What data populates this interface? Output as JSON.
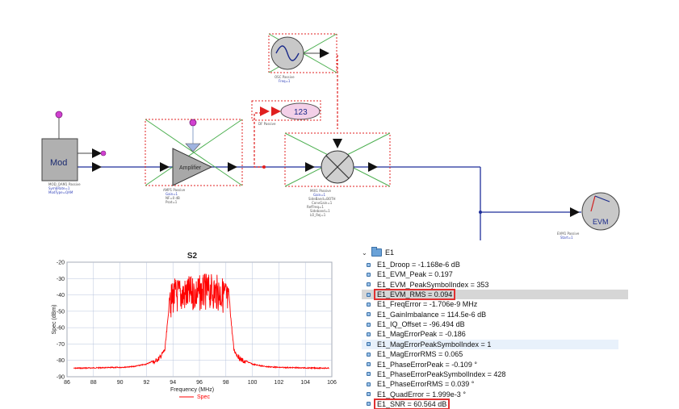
{
  "schematic": {
    "source_label": "Mod",
    "amplifier_label": "Amplifier",
    "counter_label": "123",
    "evm_label": "EVM"
  },
  "plot": {
    "title": "S2",
    "xlabel": "Frequency (MHz)",
    "ylabel": "Spec (dBm)",
    "legend": "Spec",
    "x_ticks": [
      "86",
      "88",
      "90",
      "92",
      "94",
      "96",
      "98",
      "100",
      "102",
      "104",
      "106"
    ],
    "y_ticks": [
      "-20",
      "-30",
      "-40",
      "-50",
      "-60",
      "-70",
      "-80",
      "-90"
    ]
  },
  "chart_data": {
    "type": "line",
    "title": "S2",
    "xlabel": "Frequency (MHz)",
    "ylabel": "Spec (dBm)",
    "xlim": [
      86,
      106
    ],
    "ylim": [
      -90,
      -20
    ],
    "grid": true,
    "legend_placement": "bottom",
    "series": [
      {
        "name": "Spec",
        "color": "#ff0000",
        "x": [
          86.5,
          88,
          90,
          91,
          92,
          92.5,
          93,
          93.4,
          93.6,
          93.8,
          94,
          94.5,
          95,
          95.5,
          96,
          96.5,
          97,
          97.5,
          98,
          98.2,
          98.4,
          98.6,
          99,
          99.5,
          100,
          101,
          102,
          104,
          105.8
        ],
        "y": [
          -84.5,
          -84.3,
          -84,
          -83.5,
          -82,
          -80,
          -77,
          -72,
          -55,
          -35,
          -30,
          -29,
          -29,
          -28,
          -28,
          -27,
          -27,
          -28,
          -30,
          -35,
          -55,
          -72,
          -77,
          -80,
          -82,
          -83.5,
          -84,
          -84.3,
          -84.5
        ]
      }
    ]
  },
  "tree": {
    "root": "E1",
    "items": [
      "E1_Droop = -1.168e-6 dB",
      "E1_EVM_Peak = 0.197",
      "E1_EVM_PeakSymbolIndex = 353",
      "E1_EVM_RMS = 0.094",
      "E1_FreqError = -1.706e-9 MHz",
      "E1_GainImbalance = 114.5e-6 dB",
      "E1_IQ_Offset = -96.494 dB",
      "E1_MagErrorPeak = -0.186",
      "E1_MagErrorPeakSymbolIndex = 1",
      "E1_MagErrorRMS = 0.065",
      "E1_PhaseErrorPeak = -0.109 °",
      "E1_PhaseErrorPeakSymbolIndex = 428",
      "E1_PhaseErrorRMS = 0.039 °",
      "E1_QuadError = 1.999e-3 °",
      "E1_SNR = 60.564 dB"
    ]
  },
  "colors": {
    "wire": "#1f2f9a",
    "highlight_box": "#e03030",
    "trace": "#ff0000",
    "pin": "#d040d0"
  }
}
